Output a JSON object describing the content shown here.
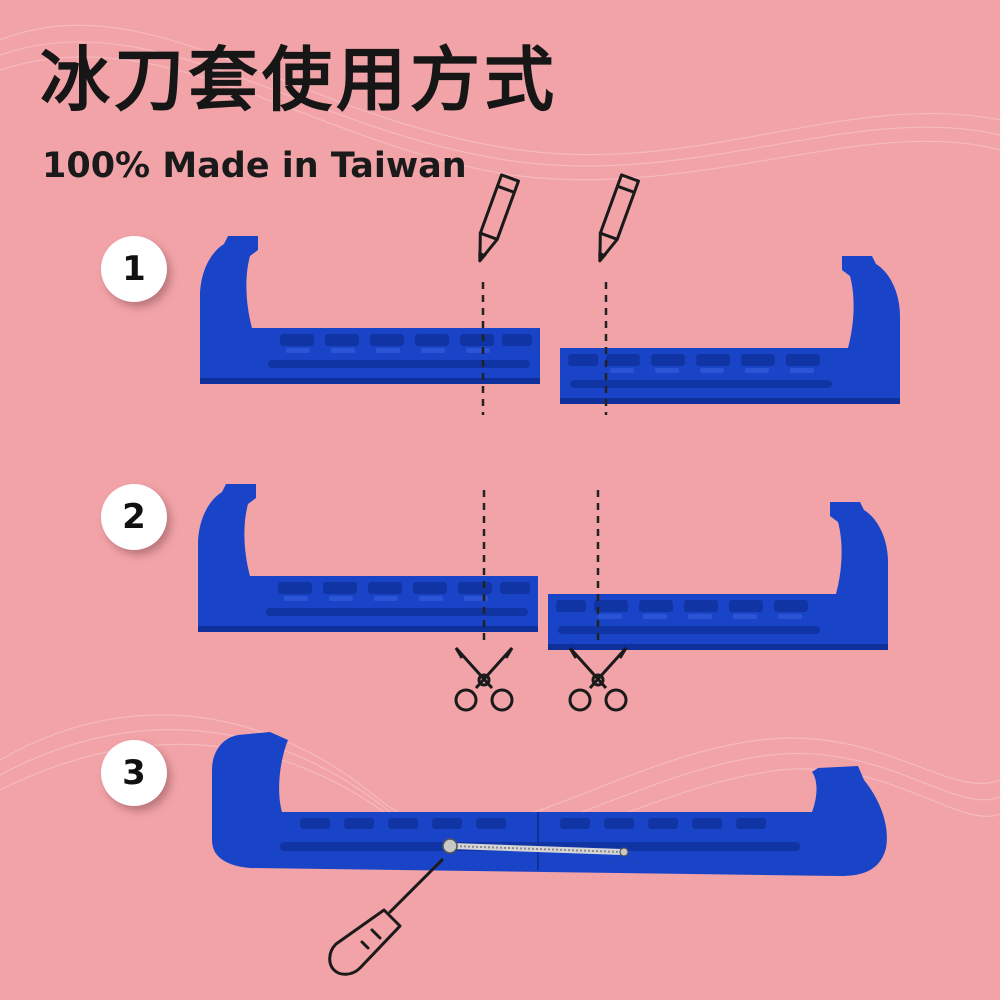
{
  "header": {
    "title": "冰刀套使用方式",
    "subtitle": "100% Made in Taiwan"
  },
  "steps": [
    {
      "number": "1"
    },
    {
      "number": "2"
    },
    {
      "number": "3"
    }
  ],
  "icons": {
    "step1": "pencil-icon",
    "step2": "scissors-icon",
    "step3": "screwdriver-icon"
  },
  "colors": {
    "background": "#f1a3a8",
    "guard_blue": "#1a44c8",
    "guard_dark": "#0f2f9a",
    "spring": "#d6d6d6"
  }
}
